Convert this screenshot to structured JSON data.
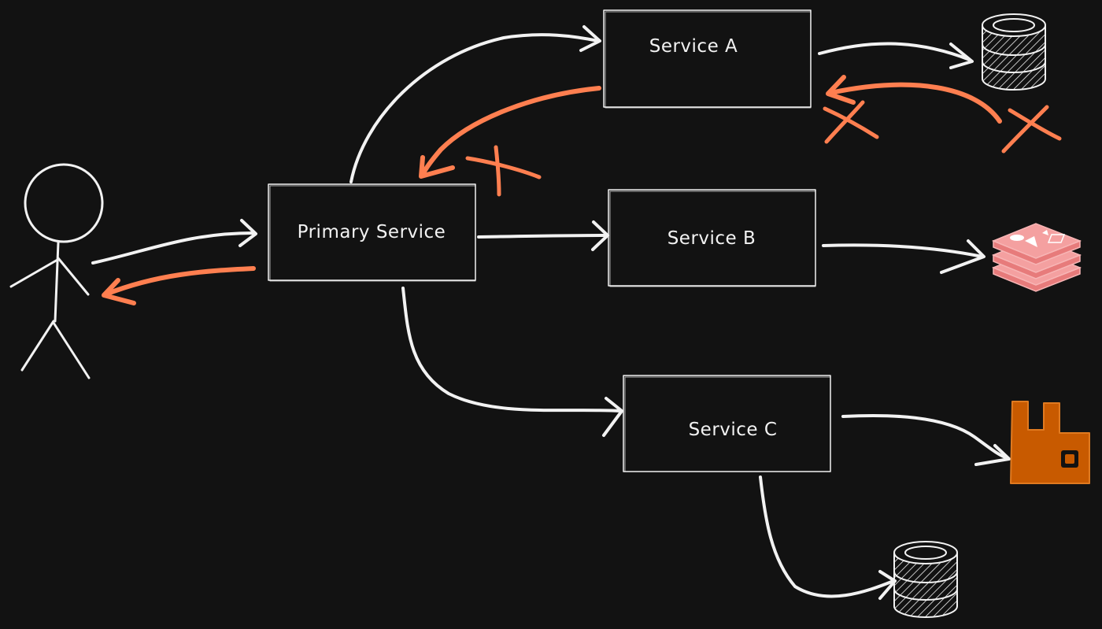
{
  "colors": {
    "background": "#121212",
    "stroke": "#f2f2f2",
    "failure": "#ff7f50",
    "cache": "#f4a0a0",
    "queue": "#c85a00"
  },
  "nodes": {
    "primary": {
      "label": "Primary Service"
    },
    "service_a": {
      "label": "Service A"
    },
    "service_b": {
      "label": "Service B"
    },
    "service_c": {
      "label": "Service C"
    }
  },
  "icons": {
    "user": "stick-figure-icon",
    "db_a": "database-icon",
    "cache_b": "cache-stack-icon",
    "queue_c": "message-queue-icon",
    "db_c": "database-icon"
  }
}
